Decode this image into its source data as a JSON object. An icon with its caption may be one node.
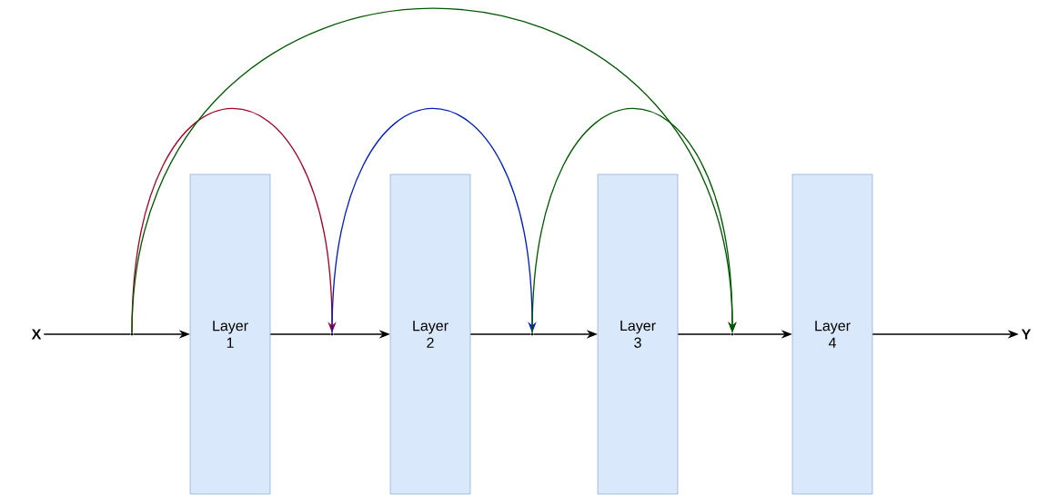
{
  "diagram": {
    "nodes": [
      {
        "text": [
          "X"
        ]
      },
      {
        "text": [],
        "shape": "point"
      },
      {
        "text": [
          "Layer 1"
        ]
      },
      {
        "text": [],
        "shape": "point"
      },
      {
        "text": [
          "Layer 2"
        ]
      },
      {
        "text": [],
        "shape": "point"
      },
      {
        "text": [
          "Layer 3"
        ]
      },
      {
        "text": [],
        "shape": "point"
      },
      {
        "text": [
          "Layer 4"
        ]
      },
      {
        "text": [
          "Y"
        ]
      }
    ],
    "edges": [
      {
        "from": 0,
        "to": 1,
        "arrow": "none"
      },
      {
        "from": 1,
        "to": 2,
        "arrow": "to"
      },
      {
        "from": 2,
        "to": 3,
        "arrow": "none"
      },
      {
        "from": 3,
        "to": 4,
        "arrow": "to"
      },
      {
        "from": 4,
        "to": 5,
        "arrow": "none"
      },
      {
        "from": 5,
        "to": 6,
        "arrow": "to"
      },
      {
        "from": 6,
        "to": 7,
        "arrow": "none"
      },
      {
        "from": 7,
        "to": 8,
        "arrow": "to"
      },
      {
        "from": 8,
        "to": 9,
        "arrow": "to"
      },
      {
        "from": 1,
        "to": 3,
        "arrow": "to",
        "color": "#a20025"
      },
      {
        "from": 3,
        "to": 5,
        "arrow": "to",
        "color": "#001dbc"
      },
      {
        "from": 5,
        "to": 7,
        "arrow": "to",
        "color": "#005700"
      },
      {
        "from": 1,
        "to": 7,
        "arrow": "to",
        "color": "#005700"
      }
    ]
  }
}
